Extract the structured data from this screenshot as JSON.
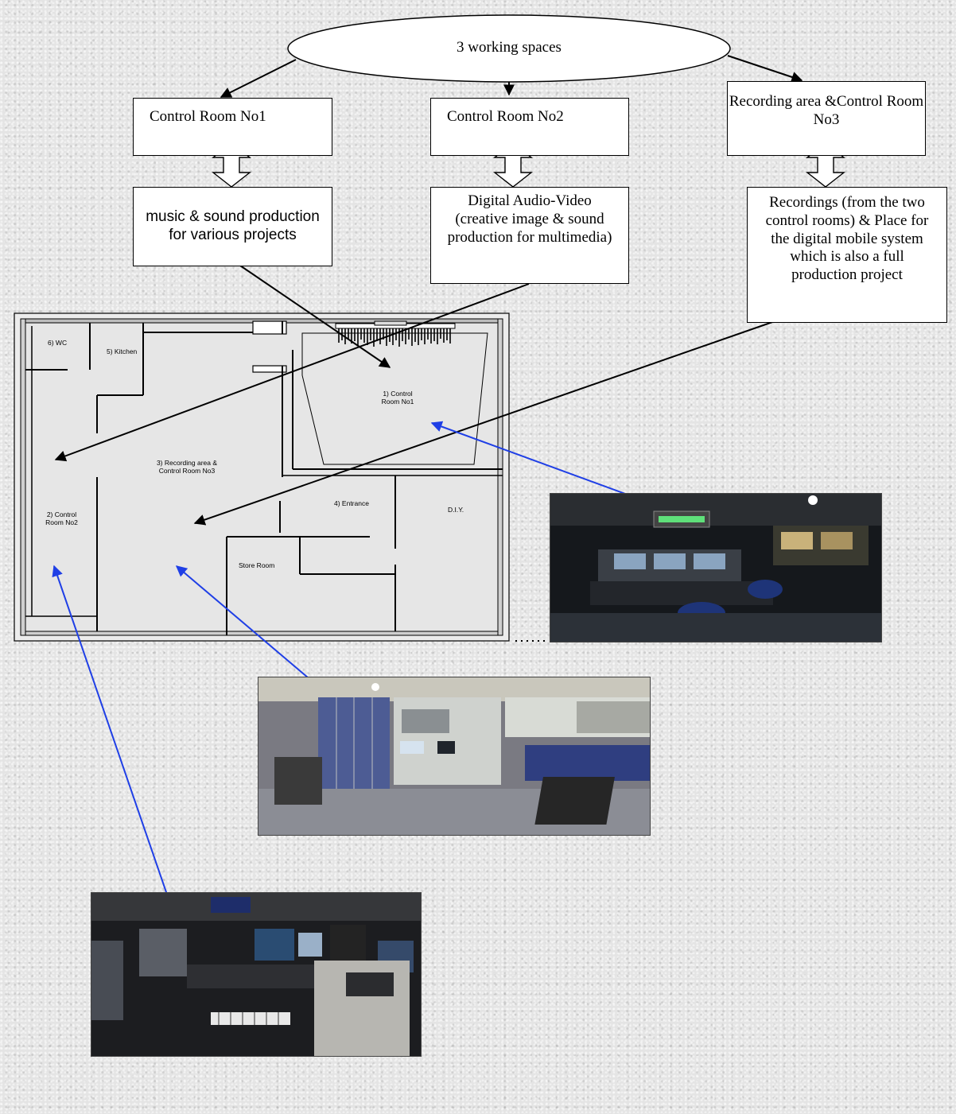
{
  "diagram": {
    "root": "3  working spaces",
    "spaces": [
      {
        "name": "Control Room No1",
        "description": "music & sound production for various projects"
      },
      {
        "name": "Control Room No2",
        "description": "Digital Audio-Video (creative image & sound production for multimedia)"
      },
      {
        "name": "Recording area &Control Room No3",
        "description": "Recordings (from the two control rooms)  & Place for the digital mobile system which is also a full production project"
      }
    ]
  },
  "floor_plan": {
    "rooms": {
      "wc": "6) WC",
      "kitchen": "5) Kitchen",
      "control_room_1": "1) Control Room No1",
      "recording_area": "3) Recording area & Control Room No3",
      "entrance": "4) Entrance",
      "diy": "D.I.Y.",
      "control_room_2": "2) Control Room No2",
      "store_room": "Store Room"
    }
  },
  "colors": {
    "black_arrow": "#000000",
    "blue_arrow": "#1f3fe6"
  }
}
